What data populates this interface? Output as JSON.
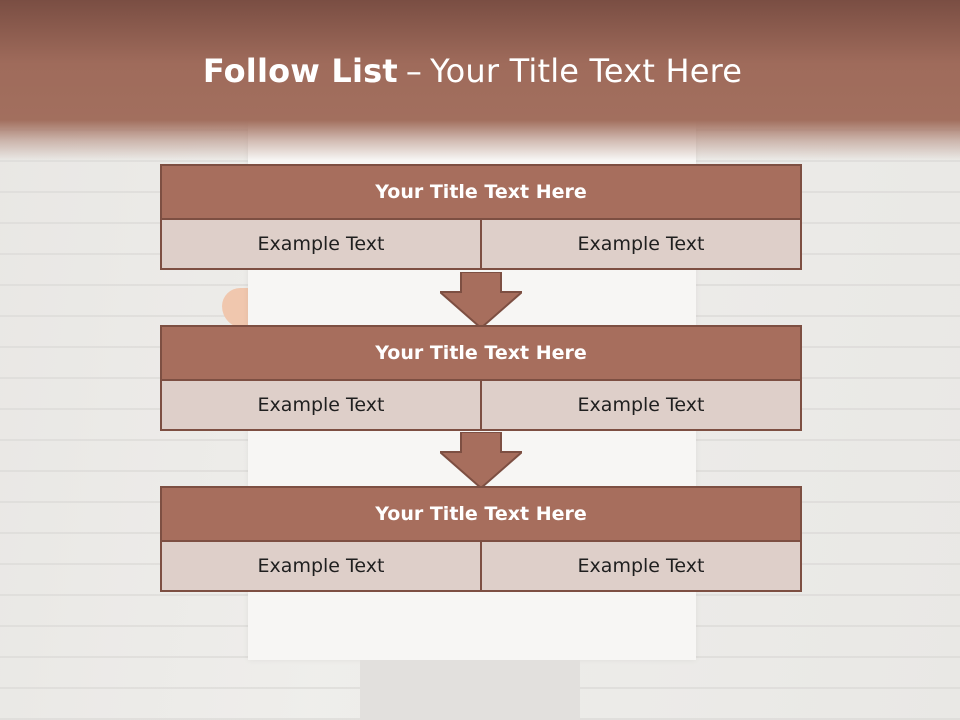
{
  "slide": {
    "title_bold": "Follow List",
    "title_sep": "–",
    "title_rest": "Your Title Text Here"
  },
  "blocks": [
    {
      "title": "Your Title Text Here",
      "left": "Example Text",
      "right": "Example Text"
    },
    {
      "title": "Your Title Text Here",
      "left": "Example Text",
      "right": "Example Text"
    },
    {
      "title": "Your Title Text Here",
      "left": "Example Text",
      "right": "Example Text"
    }
  ],
  "colors": {
    "header": "#a26f5e",
    "block_title": "#a76e5d",
    "block_cell": "#decfc9",
    "border": "#7d4f42"
  },
  "icons": [
    "down-arrow-icon"
  ]
}
